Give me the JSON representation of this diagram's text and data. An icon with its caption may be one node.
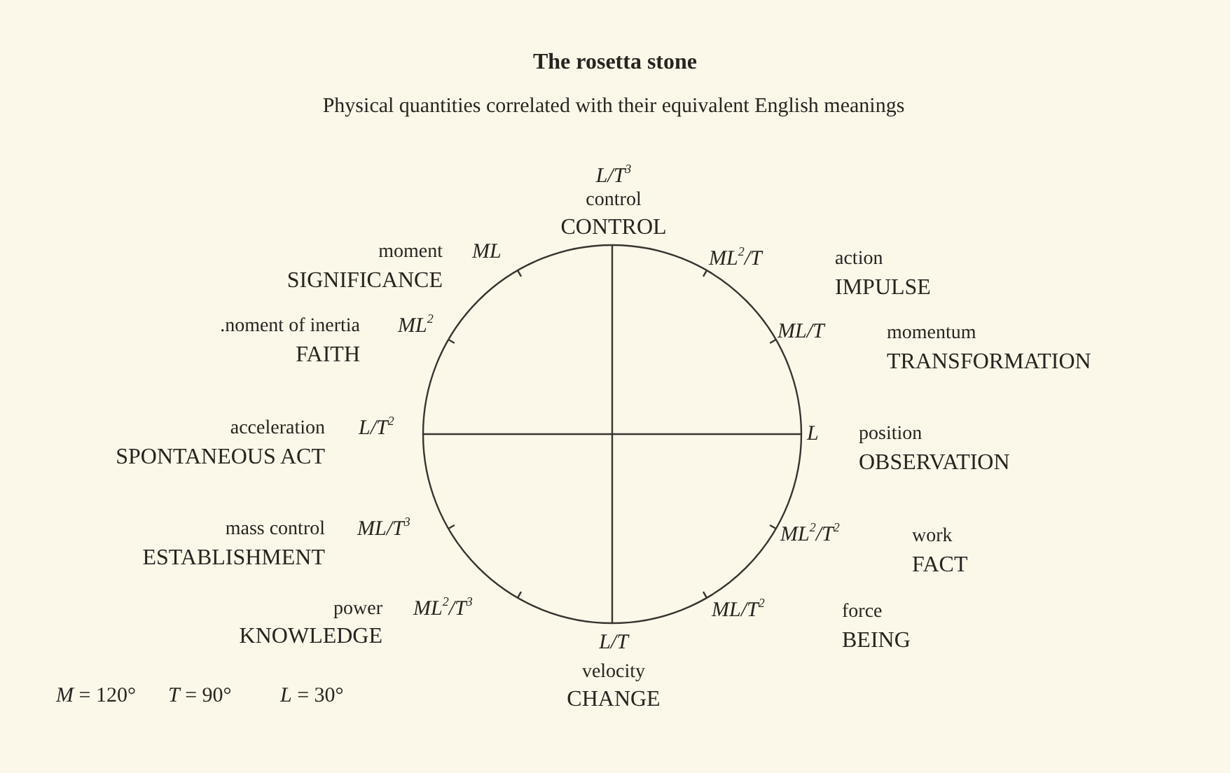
{
  "diagram": {
    "title": "The rosetta stone",
    "labels": [
      "Physical quantities correlated with their equivalent English meanings",
      "L/T$^{3}$",
      "control",
      "CONTROL",
      "moment",
      "ML",
      "SIGNIFICANCE",
      "ML$^{2}$/T",
      "action",
      "IMPULSE",
      ".noment of inertia",
      "ML$^{2}$",
      "FAITH",
      "ML/T",
      "momentum",
      "TRANSFORMATION",
      "acceleration",
      "L/T$^{2}$",
      "SPONTANEOUS ACT",
      "L",
      "position",
      "OBSERVATION",
      "mass control",
      "ML/T$^{3}$",
      "ESTABLISHMENT",
      "ML$^{2}$/T$^{2}$",
      "work",
      "FACT",
      "power",
      "ML$^{2}$/T$^{3}$",
      "KNOWLEDGE",
      "ML/T$^{2}$",
      "force",
      "L/T",
      "BEING",
      "velocity",
      "*M* = 120°",
      "*T* = 90°",
      "*L* = 30°",
      "CHANGE"
    ]
  }
}
